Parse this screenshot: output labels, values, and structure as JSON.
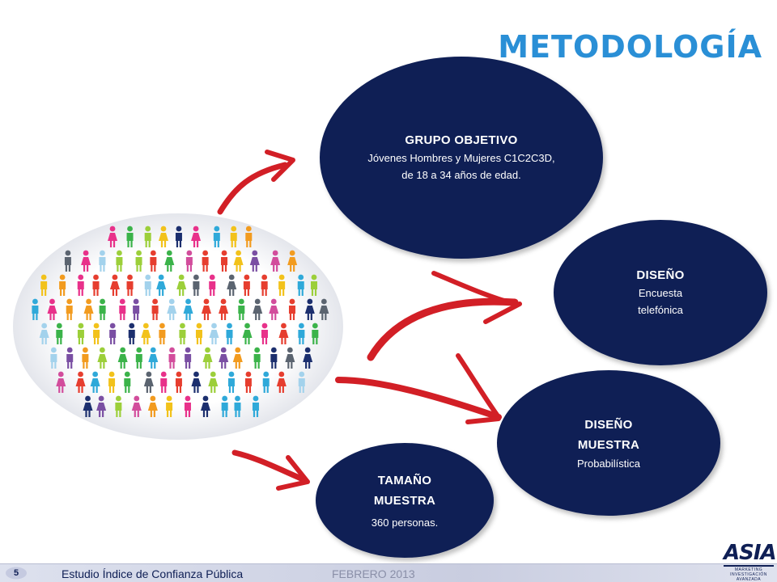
{
  "title": "METODOLOGÍA",
  "colors": {
    "accent": "#2a8fd6",
    "ellipse": "#0f1f55",
    "arrow": "#d21f26"
  },
  "grupo": {
    "heading": "GRUPO OBJETIVO",
    "text": "Jóvenes Hombres y Mujeres C1C2C3D, de 18 a 34 años de edad."
  },
  "diseno": {
    "heading": "DISEÑO",
    "text": "Encuesta telefónica"
  },
  "diseno_muestra": {
    "heading": "DISEÑO MUESTRA",
    "text": "Probabilística"
  },
  "tamano": {
    "heading": "TAMAÑO MUESTRA",
    "text": "360 personas."
  },
  "footer": {
    "page": "5",
    "study": "Estudio  Índice de Confianza Pública",
    "date": "FEBRERO 2013"
  },
  "logo": {
    "name": "ASIA",
    "sub": "MARKETING",
    "sub2": "INVESTIGACIÓN AVANZADA"
  }
}
